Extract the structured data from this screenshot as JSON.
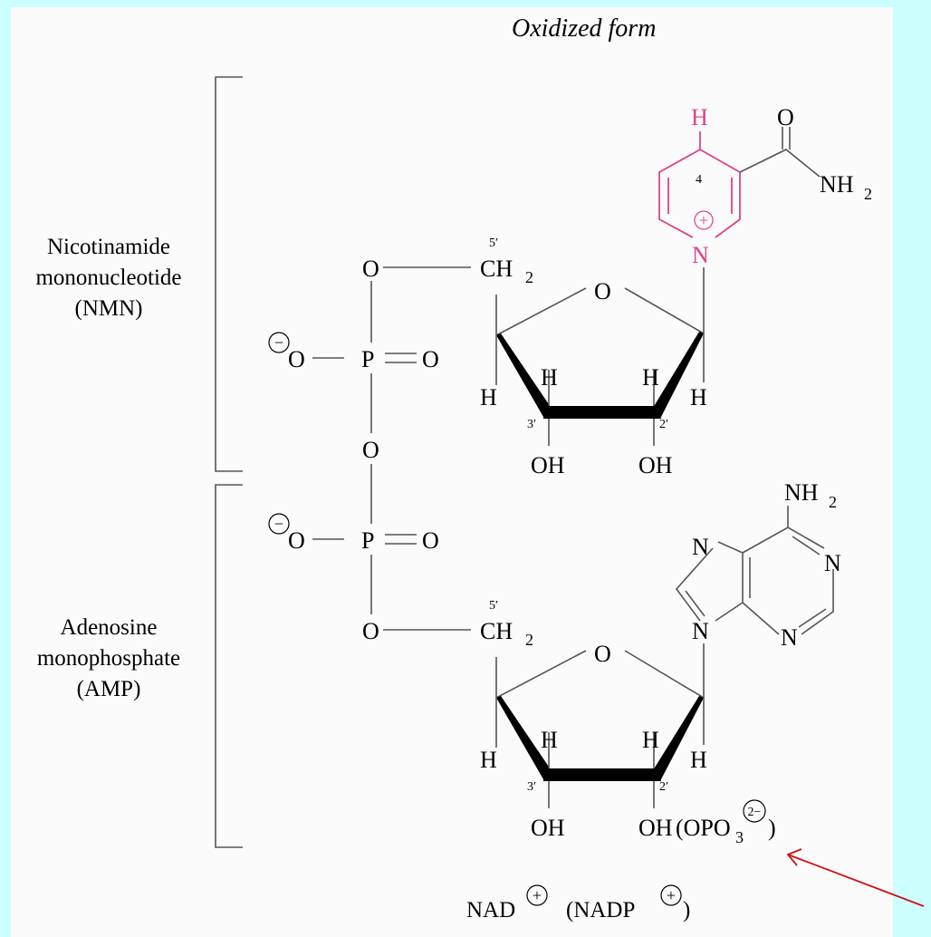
{
  "title": "Oxidized form",
  "labels": {
    "nmn": [
      "Nicotinamide",
      "mononucleotide",
      "(NMN)"
    ],
    "amp": [
      "Adenosine",
      "monophosphate",
      "(AMP)"
    ]
  },
  "atoms": {
    "H": "H",
    "O": "O",
    "N": "N",
    "P": "P",
    "NH": "NH",
    "CH": "CH",
    "OH": "OH",
    "two": "2",
    "opo": "(OPO",
    "three": "3",
    "close": ")"
  },
  "positions": {
    "c4": "4",
    "c5p": "5′",
    "c3p": "3′",
    "c2p": "2′"
  },
  "charges": {
    "plus": "+",
    "minus": "−",
    "twominus": "2−"
  },
  "caption": {
    "nad": "NAD",
    "nadp_open": "(NADP",
    "nadp_close": ")"
  },
  "colors": {
    "background": "#ccffff",
    "panel": "#fbfbfb",
    "nicotinamide_ring": "#e0408a",
    "arrow": "#d01010"
  }
}
